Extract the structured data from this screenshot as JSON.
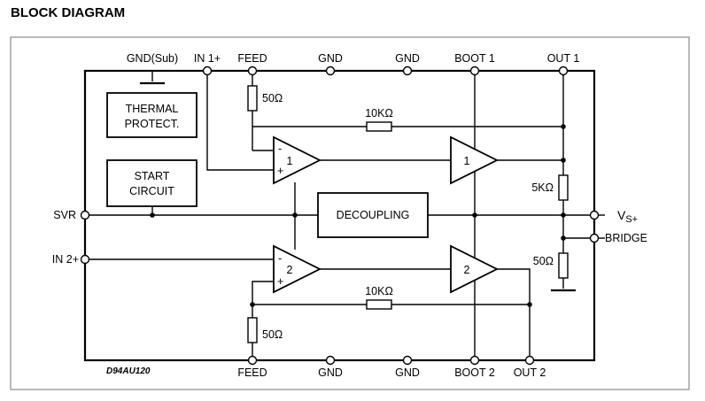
{
  "title": "BLOCK DIAGRAM",
  "diagram_ref": "D94AU120",
  "pins_top": {
    "gnd_sub": "GND(Sub)",
    "in1": "IN 1+",
    "feed": "FEED",
    "gnd_a": "GND",
    "gnd_b": "GND",
    "boot1": "BOOT 1",
    "out1": "OUT 1"
  },
  "pins_bottom": {
    "feed": "FEED",
    "gnd_a": "GND",
    "gnd_b": "GND",
    "boot2": "BOOT 2",
    "out2": "OUT 2"
  },
  "pins_side": {
    "svr": "SVR",
    "in2": "IN 2+",
    "vs_main": "V",
    "vs_sub": "S+",
    "bridge": "BRIDGE"
  },
  "blocks": {
    "thermal_line1": "THERMAL",
    "thermal_line2": "PROTECT.",
    "start_line1": "START",
    "start_line2": "CIRCUIT",
    "decoupling": "DECOUPLING"
  },
  "resistors": {
    "r_feed_top": "50Ω",
    "r_fb_top": "10KΩ",
    "r_5k": "5KΩ",
    "r_50_right": "50Ω",
    "r_fb_bottom": "10KΩ",
    "r_feed_bottom": "50Ω"
  },
  "amplifiers": {
    "a1_pre": "1",
    "a1_out": "1",
    "a2_pre": "2",
    "a2_out": "2",
    "minus": "-",
    "plus": "+"
  }
}
